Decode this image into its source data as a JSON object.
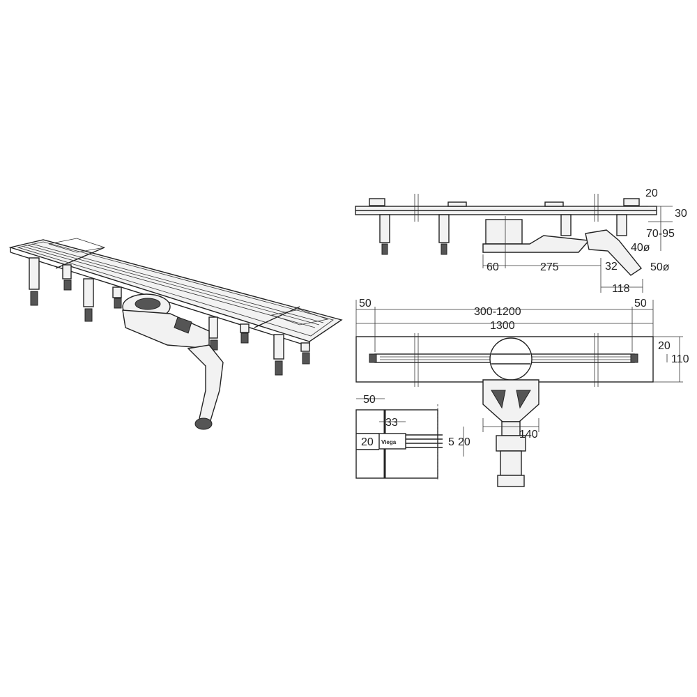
{
  "side_view": {
    "dims": {
      "cover": "20",
      "frame": "30",
      "height": "70-95",
      "outlet_small": "40ø",
      "outlet_large": "50ø",
      "offset": "60",
      "length": "275",
      "pipe_offset": "32",
      "pipe_reach": "118"
    }
  },
  "top_view": {
    "dims": {
      "left_margin": "50",
      "range": "300-1200",
      "right_margin": "50",
      "total": "1300",
      "grate_width": "20",
      "total_width": "110",
      "drain_width": "140"
    }
  },
  "detail_view": {
    "dims": {
      "margin": "50",
      "logo_width": "33",
      "logo_height": "20",
      "slot": "5",
      "height": "20"
    },
    "logo": "Viega"
  }
}
